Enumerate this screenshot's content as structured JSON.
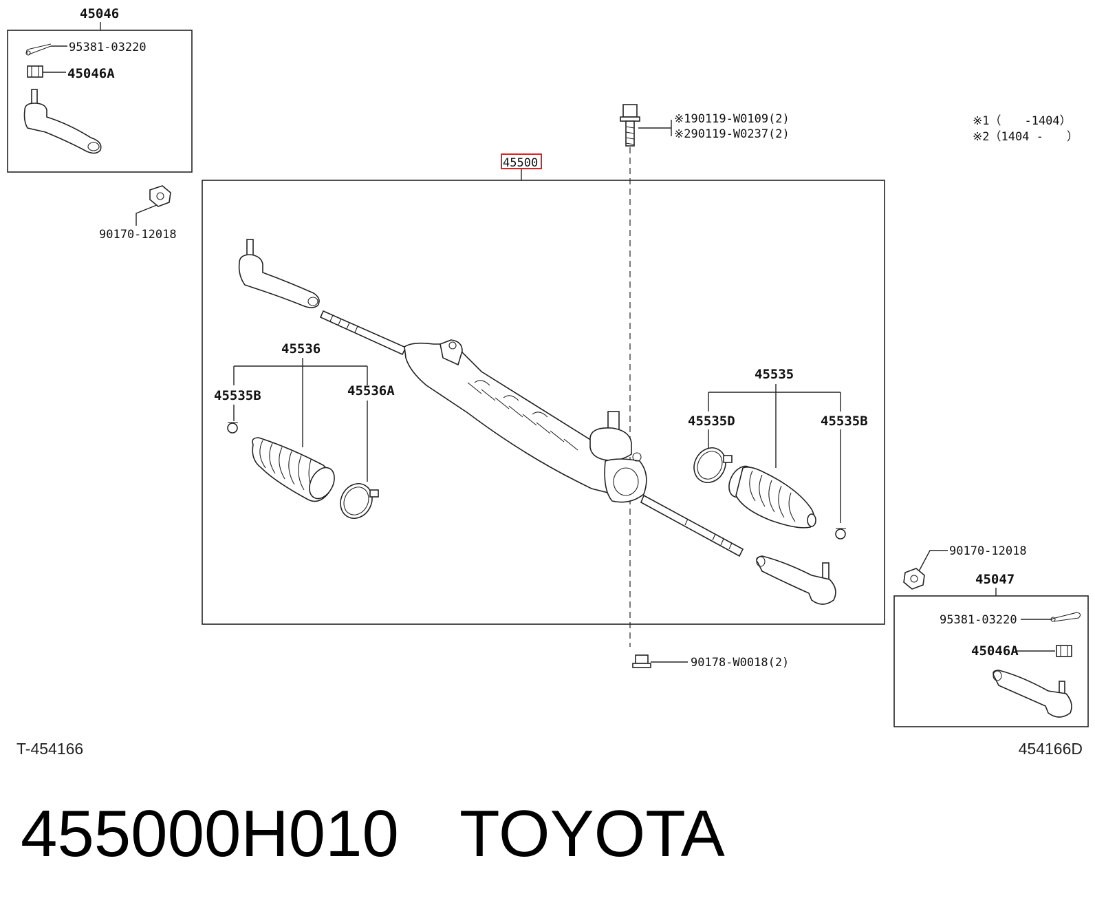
{
  "top_left_group": {
    "group_number": "45046",
    "parts": [
      "95381-03220",
      "45046A"
    ]
  },
  "nut_left": "90170-12018",
  "main_assembly": {
    "part_number": "45500",
    "highlight_color": "#e02020"
  },
  "bolt_callout": {
    "line1": "※190119-W0109(2)",
    "line2": "※290119-W0237(2)"
  },
  "notes": {
    "note1": "※1（　　-1404）",
    "note2": "※2（1404 -　　）"
  },
  "left_boot_group": {
    "group_number": "45536",
    "parts": [
      "45535B",
      "45536A"
    ]
  },
  "right_boot_group": {
    "group_number": "45535",
    "parts": [
      "45535D",
      "45535B"
    ]
  },
  "nut_right": "90170-12018",
  "bottom_right_group": {
    "group_number": "45047",
    "parts": [
      "95381-03220",
      "45046A"
    ]
  },
  "bottom_nut": "90178-W0018(2)",
  "diagram_code_left": "T-454166",
  "diagram_code_right": "454166D",
  "caption": {
    "part_number": "455000H010",
    "brand": "TOYOTA"
  }
}
